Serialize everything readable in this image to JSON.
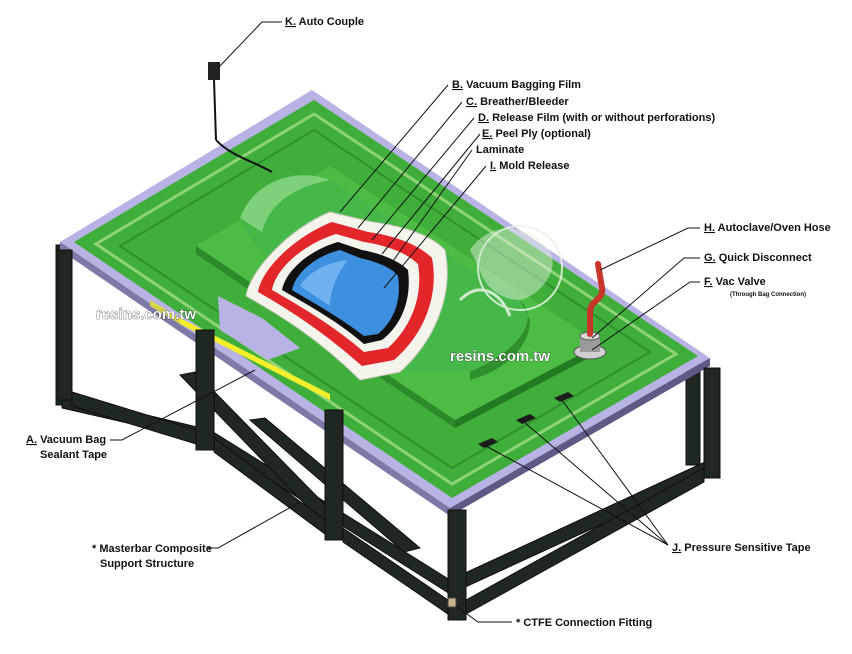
{
  "labels": {
    "k_key": "K.",
    "k_text": "Auto Couple",
    "b_key": "B.",
    "b_text": "Vacuum Bagging Film",
    "c_key": "C.",
    "c_text": "Breather/Bleeder",
    "d_key": "D.",
    "d_text": "Release Film (with or without perforations)",
    "e_key": "E.",
    "e_text": "Peel Ply (optional)",
    "laminate": "Laminate",
    "i_key": "I.",
    "i_text": "Mold Release",
    "h_key": "H.",
    "h_text": "Autoclave/Oven Hose",
    "g_key": "G.",
    "g_text": "Quick Disconnect",
    "f_key": "F.",
    "f_text": "Vac Valve",
    "f_sub": "(Through Bag Connection)",
    "a_key": "A.",
    "a_text1": "Vacuum Bag",
    "a_text2": "Sealant Tape",
    "masterbar1": "* Masterbar Composite",
    "masterbar2": "Support Structure",
    "j_key": "J.",
    "j_text": "Pressure Sensitive Tape",
    "ctfe": "* CTFE Connection Fitting"
  },
  "watermark": {
    "left": "resins.com.tw",
    "right": "resins.com.tw"
  },
  "colors": {
    "mold_green": "#3fae3a",
    "mold_border_light": "#8fd27a",
    "mold_edge_lavender": "#b7b3e4",
    "bag_film_white": "#f4f4ec",
    "breather_red": "#e3262a",
    "release_black": "#111111",
    "laminate_blue": "#3d8fe0",
    "sealant_yellow": "#f3ef2a",
    "frame_dark": "#1f2723"
  },
  "icons": [
    "auto-couple-plug-icon",
    "vac-valve-icon",
    "hose-icon",
    "logo-seal-icon"
  ]
}
